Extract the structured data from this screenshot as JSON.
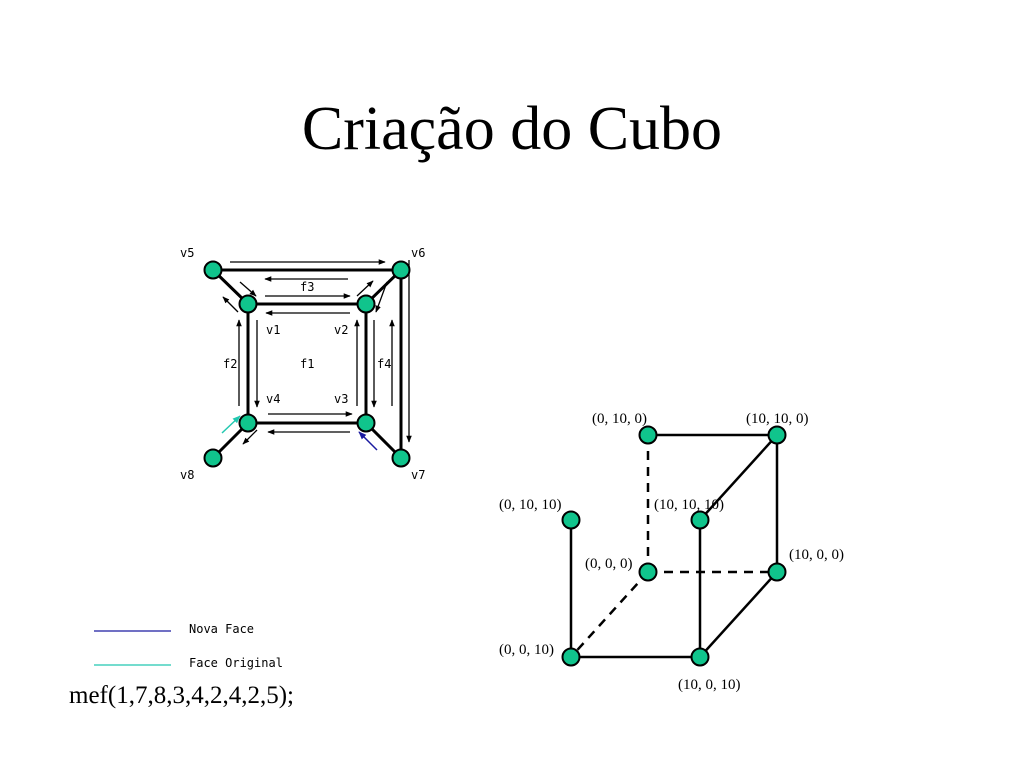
{
  "title": "Criação do Cubo",
  "colors": {
    "node_fill": "#10c48c",
    "edge": "#000000",
    "nova_face": "#1a1aa0",
    "face_original": "#22c8b0"
  },
  "left_diagram": {
    "vertex_labels": {
      "v1": "v1",
      "v2": "v2",
      "v3": "v3",
      "v4": "v4",
      "v5": "v5",
      "v6": "v6",
      "v7": "v7",
      "v8": "v8"
    },
    "face_labels": {
      "f1": "f1",
      "f2": "f2",
      "f3": "f3",
      "f4": "f4"
    }
  },
  "legend": [
    {
      "label": "Nova Face",
      "color": "#1a1aa0"
    },
    {
      "label": "Face Original",
      "color": "#22c8b0"
    }
  ],
  "right_diagram": {
    "coordinate_labels": [
      "(0, 10, 0)",
      "(10, 10, 0)",
      "(0, 10, 10)",
      "(10, 10, 10)",
      "(0, 0, 0)",
      "(10, 0, 0)",
      "(0, 0, 10)",
      "(10, 0, 10)"
    ]
  },
  "command": "mef(1,7,8,3,4,2,4,2,5);"
}
